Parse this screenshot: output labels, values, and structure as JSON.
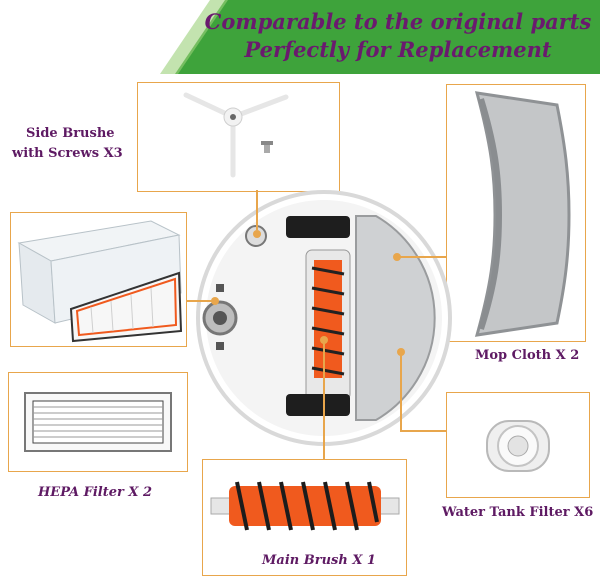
{
  "banner": {
    "line1": "Comparable to the original parts",
    "line2": "Perfectly for Replacement"
  },
  "labels": {
    "side_brush_line1": "Side Brushe",
    "side_brush_line2": "with Screws X3",
    "mop_cloth": "Mop Cloth X 2",
    "hepa_filter": "HEPA Filter X 2",
    "water_tank_filter": "Water Tank Filter X6",
    "main_brush": "Main Brush X 1"
  },
  "colors": {
    "banner_green": "#3ea33b",
    "label_purple": "#5e1a63",
    "leader_orange": "#e8a64c",
    "brush_orange": "#f05a1e"
  }
}
